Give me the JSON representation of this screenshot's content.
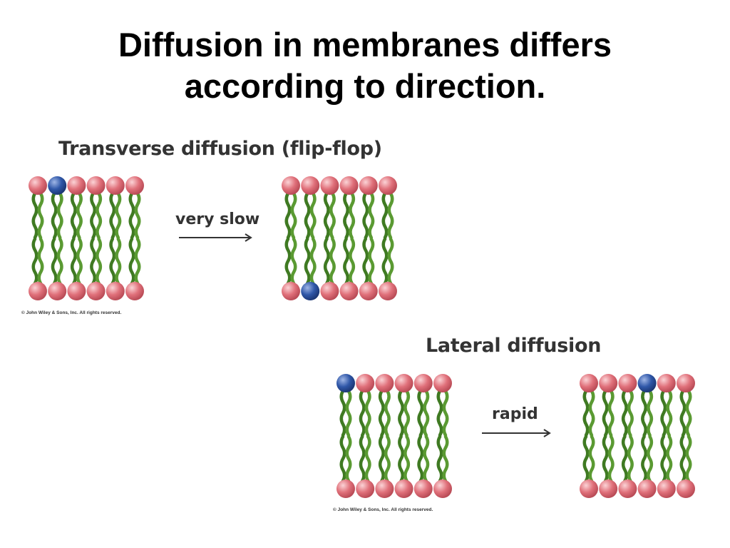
{
  "slide": {
    "title_line1": "Diffusion in membranes differs",
    "title_line2": "according to direction."
  },
  "transverse": {
    "title": "Transverse diffusion (flip-flop)",
    "arrow_label": "very slow",
    "copyright": "© John Wiley & Sons, Inc. All rights reserved.",
    "before": {
      "top_blue_index": 1,
      "bottom_blue_index": -1
    },
    "after": {
      "top_blue_index": -1,
      "bottom_blue_index": 1
    }
  },
  "lateral": {
    "title": "Lateral diffusion",
    "arrow_label": "rapid",
    "copyright": "© John Wiley & Sons, Inc. All rights reserved.",
    "before": {
      "top_blue_index": 0,
      "bottom_blue_index": -1
    },
    "after": {
      "top_blue_index": 3,
      "bottom_blue_index": -1
    }
  },
  "lipids_per_leaflet": 6,
  "colors": {
    "head": "#e0707a",
    "head_highlight": "#fbd3d6",
    "blue_head": "#2f57a8",
    "blue_highlight": "#9fb6e6",
    "tail": "#5a9a32",
    "tail_dark": "#3f7a22",
    "arrow": "#333333"
  },
  "icons": {
    "lipid_head": "circle-sphere",
    "lipid_tail": "wavy-green-tail",
    "arrow": "right-arrow"
  }
}
